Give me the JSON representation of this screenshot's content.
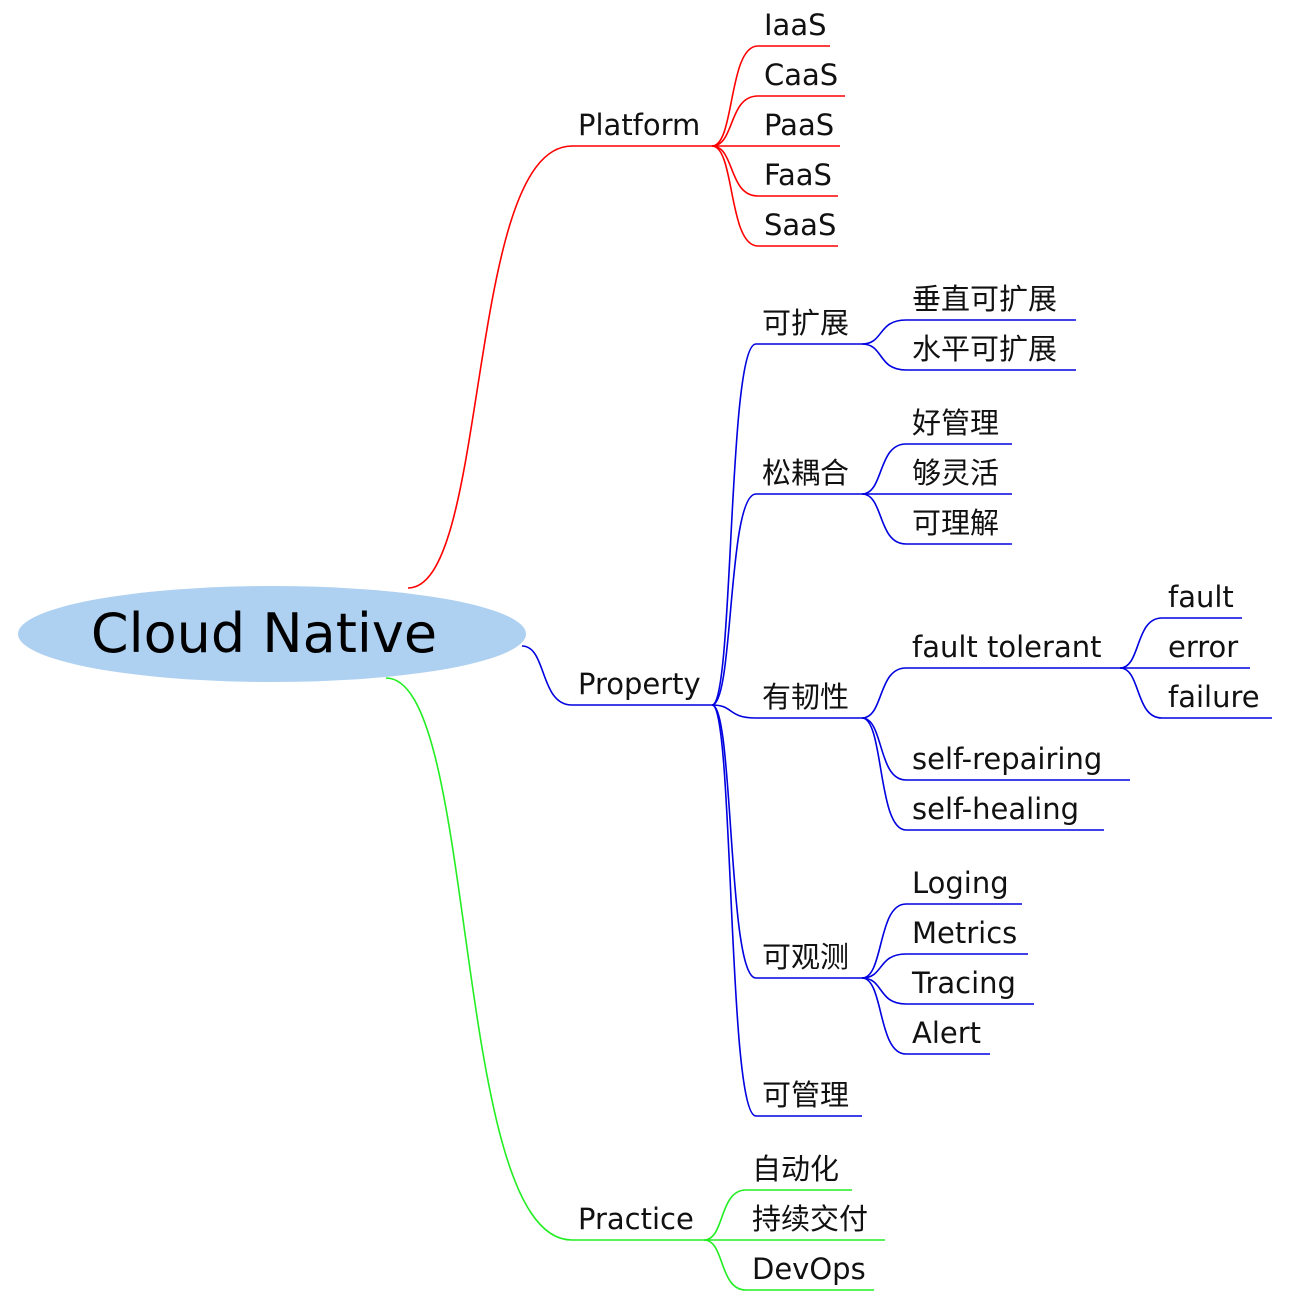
{
  "root": {
    "label": "Cloud Native",
    "fill_color": "#aed0f1"
  },
  "branches": [
    {
      "label": "Platform",
      "color": "#ff0000",
      "children": [
        {
          "label": "IaaS"
        },
        {
          "label": "CaaS"
        },
        {
          "label": "PaaS"
        },
        {
          "label": "FaaS"
        },
        {
          "label": "SaaS"
        }
      ]
    },
    {
      "label": "Property",
      "color": "#0000e0",
      "children": [
        {
          "label": "可扩展",
          "children": [
            {
              "label": "垂直可扩展"
            },
            {
              "label": "水平可扩展"
            }
          ]
        },
        {
          "label": "松耦合",
          "children": [
            {
              "label": "好管理"
            },
            {
              "label": "够灵活"
            },
            {
              "label": "可理解"
            }
          ]
        },
        {
          "label": "有韧性",
          "children": [
            {
              "label": "fault tolerant",
              "children": [
                {
                  "label": "fault"
                },
                {
                  "label": "error"
                },
                {
                  "label": "failure"
                }
              ]
            },
            {
              "label": "self-repairing"
            },
            {
              "label": "self-healing"
            }
          ]
        },
        {
          "label": "可观测",
          "children": [
            {
              "label": "Loging"
            },
            {
              "label": "Metrics"
            },
            {
              "label": "Tracing"
            },
            {
              "label": "Alert"
            }
          ]
        },
        {
          "label": "可管理"
        }
      ]
    },
    {
      "label": "Practice",
      "color": "#22ee22",
      "children": [
        {
          "label": "自动化"
        },
        {
          "label": "持续交付"
        },
        {
          "label": "DevOps"
        }
      ]
    }
  ]
}
